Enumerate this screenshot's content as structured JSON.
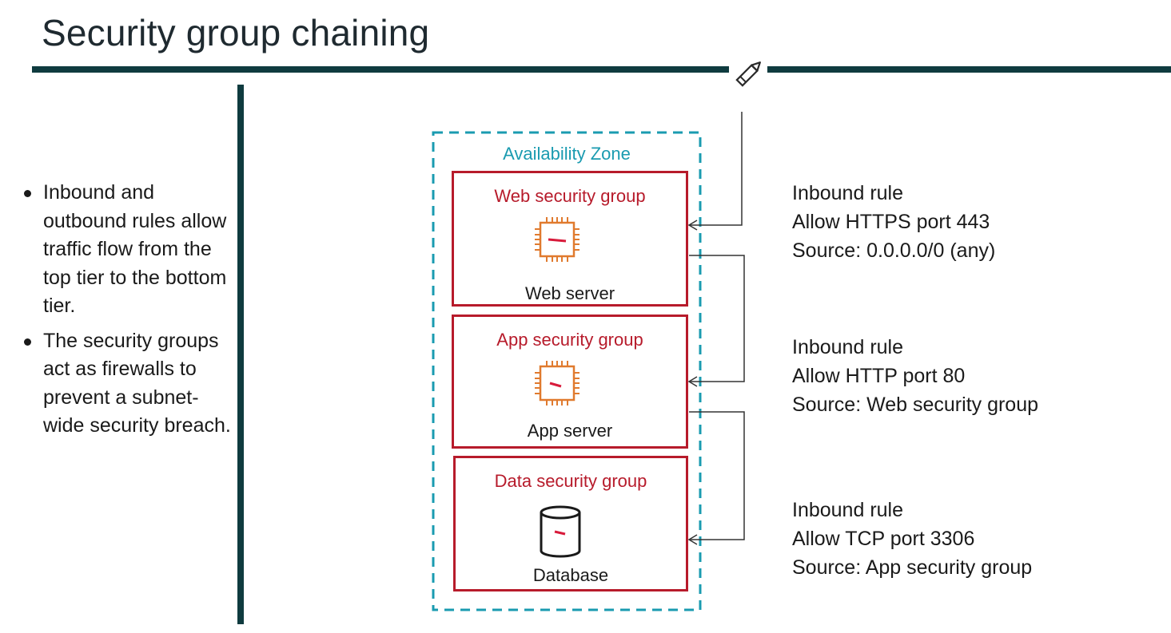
{
  "slide": {
    "title": "Security group chaining"
  },
  "bullets": [
    "Inbound and outbound rules allow traffic flow from the top tier to the bottom tier.",
    "The security groups act as firewalls to prevent a subnet-wide security breach."
  ],
  "diagram": {
    "zone_label": "Availability Zone",
    "groups": [
      {
        "title": "Web security group",
        "resource": "Web server",
        "icon": "ec2-instance-icon"
      },
      {
        "title": "App security group",
        "resource": "App server",
        "icon": "ec2-instance-icon"
      },
      {
        "title": "Data security group",
        "resource": "Database",
        "icon": "database-icon"
      }
    ]
  },
  "rules": [
    {
      "heading": "Inbound rule",
      "allow": "Allow HTTPS port 443",
      "source": "Source: 0.0.0.0/0 (any)"
    },
    {
      "heading": "Inbound rule",
      "allow": "Allow HTTP port 80",
      "source": "Source: Web security group"
    },
    {
      "heading": "Inbound rule",
      "allow": "Allow TCP port 3306",
      "source": "Source: App security group"
    }
  ],
  "colors": {
    "accent_rule": "#0f3b3f",
    "security_group_border": "#b71b2b",
    "zone_border": "#1a9bb0",
    "compute_icon": "#e07a2e"
  }
}
